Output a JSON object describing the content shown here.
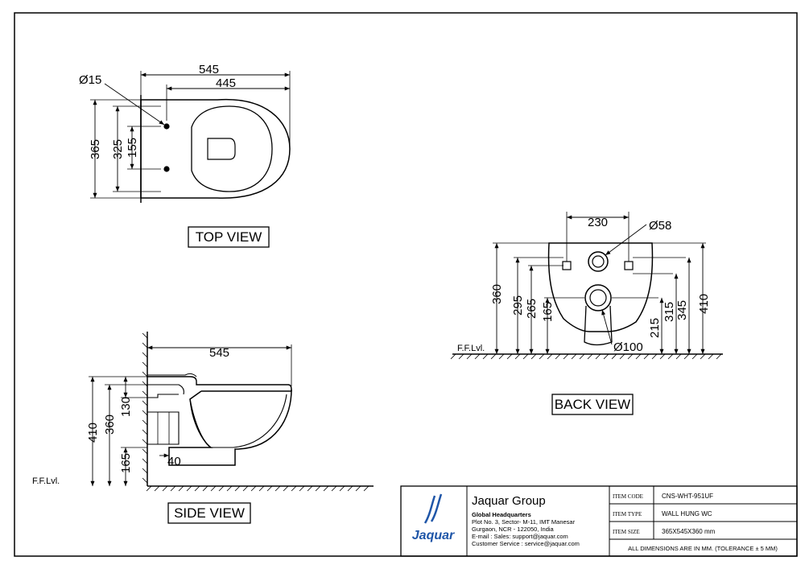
{
  "views": {
    "top": {
      "label": "TOP VIEW",
      "dims": {
        "overall_length": "545",
        "inner_length": "445",
        "width": "365",
        "hole_spacing_outer": "325",
        "hole_spacing": "155",
        "hole_dia": "Ø15"
      }
    },
    "back": {
      "label": "BACK VIEW",
      "dims": {
        "hole_span": "230",
        "inlet_dia": "Ø58",
        "outlet_dia": "Ø100",
        "d360": "360",
        "d295": "295",
        "d265": "265",
        "d165": "165",
        "d215": "215",
        "d315": "315",
        "d345": "345",
        "d410": "410"
      },
      "floor_label": "F.F.Lvl."
    },
    "side": {
      "label": "SIDE VIEW",
      "dims": {
        "length": "545",
        "d410": "410",
        "d360": "360",
        "d130": "130",
        "d165": "165",
        "d40": "40"
      },
      "floor_label": "F.F.Lvl."
    }
  },
  "title_block": {
    "logo_text": "Jaquar",
    "company": "Jaquar Group",
    "address_lines": [
      "Global Headquarters",
      "Plot No. 3, Sector- M-11, IMT Manesar",
      "Gurgaon, NCR - 122050, India",
      "E-mail : Sales: support@jaquar.com",
      "Customer Service : service@jaquar.com"
    ],
    "rows": [
      {
        "label": "ITEM CODE",
        "value": "CNS-WHT-951UF"
      },
      {
        "label": "ITEM TYPE",
        "value": "WALL HUNG WC"
      },
      {
        "label": "ITEM SIZE",
        "value": "365X545X360 mm"
      }
    ],
    "note": "ALL DIMENSIONS ARE IN MM. (TOLERANCE ± 5 MM)"
  },
  "colors": {
    "line": "#000000",
    "logo": "#1f56a8",
    "paper": "#ffffff"
  }
}
